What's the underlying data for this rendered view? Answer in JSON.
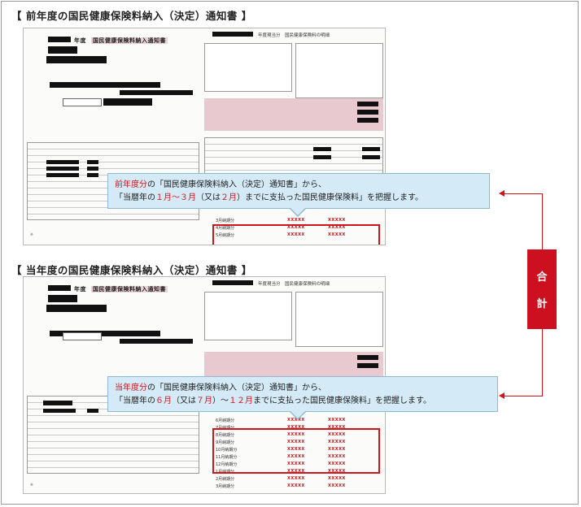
{
  "sections": [
    {
      "title": "【 前年度の国民健康保険料納入（決定）通知書 】"
    },
    {
      "title": "【 当年度の国民健康保険料納入（決定）通知書 】"
    }
  ],
  "document": {
    "year_label": "年度",
    "title_label": "国民健康保険料納入通知書",
    "right_title": "年度現当分　国民健康保険料の明細",
    "months_prev": [
      "3月納期分",
      "4月納期分",
      "5月納期分"
    ],
    "months_curr": [
      "6月納期分",
      "7月納期分",
      "8月納期分",
      "9月納期分",
      "10月納期分",
      "11月納期分",
      "12月納期分",
      "1月納期分",
      "2月納期分",
      "3月納期分"
    ],
    "amount_placeholder": "XXXXX"
  },
  "callout_prev": {
    "emph": "前年度分",
    "t1": "の「国民健康保険料納入（決定）通知書」から、",
    "t2a": "「当暦年の",
    "m1": "１月～３月",
    "t2b": "（又は",
    "m2": "２月",
    "t2c": "）までに支払った国民健康保険料」を把握します。"
  },
  "callout_curr": {
    "emph": "当年度分",
    "t1": "の「国民健康保険料納入（決定）通知書」から、",
    "t2a": "「当暦年の",
    "m1": "６月",
    "t2b": "（又は",
    "m2": "７月",
    "t2c": "）～",
    "m3": "１２月",
    "t2d": "までに支払った国民健康保険料」を把握します。"
  },
  "total_label": {
    "c1": "合",
    "c2": "計"
  }
}
